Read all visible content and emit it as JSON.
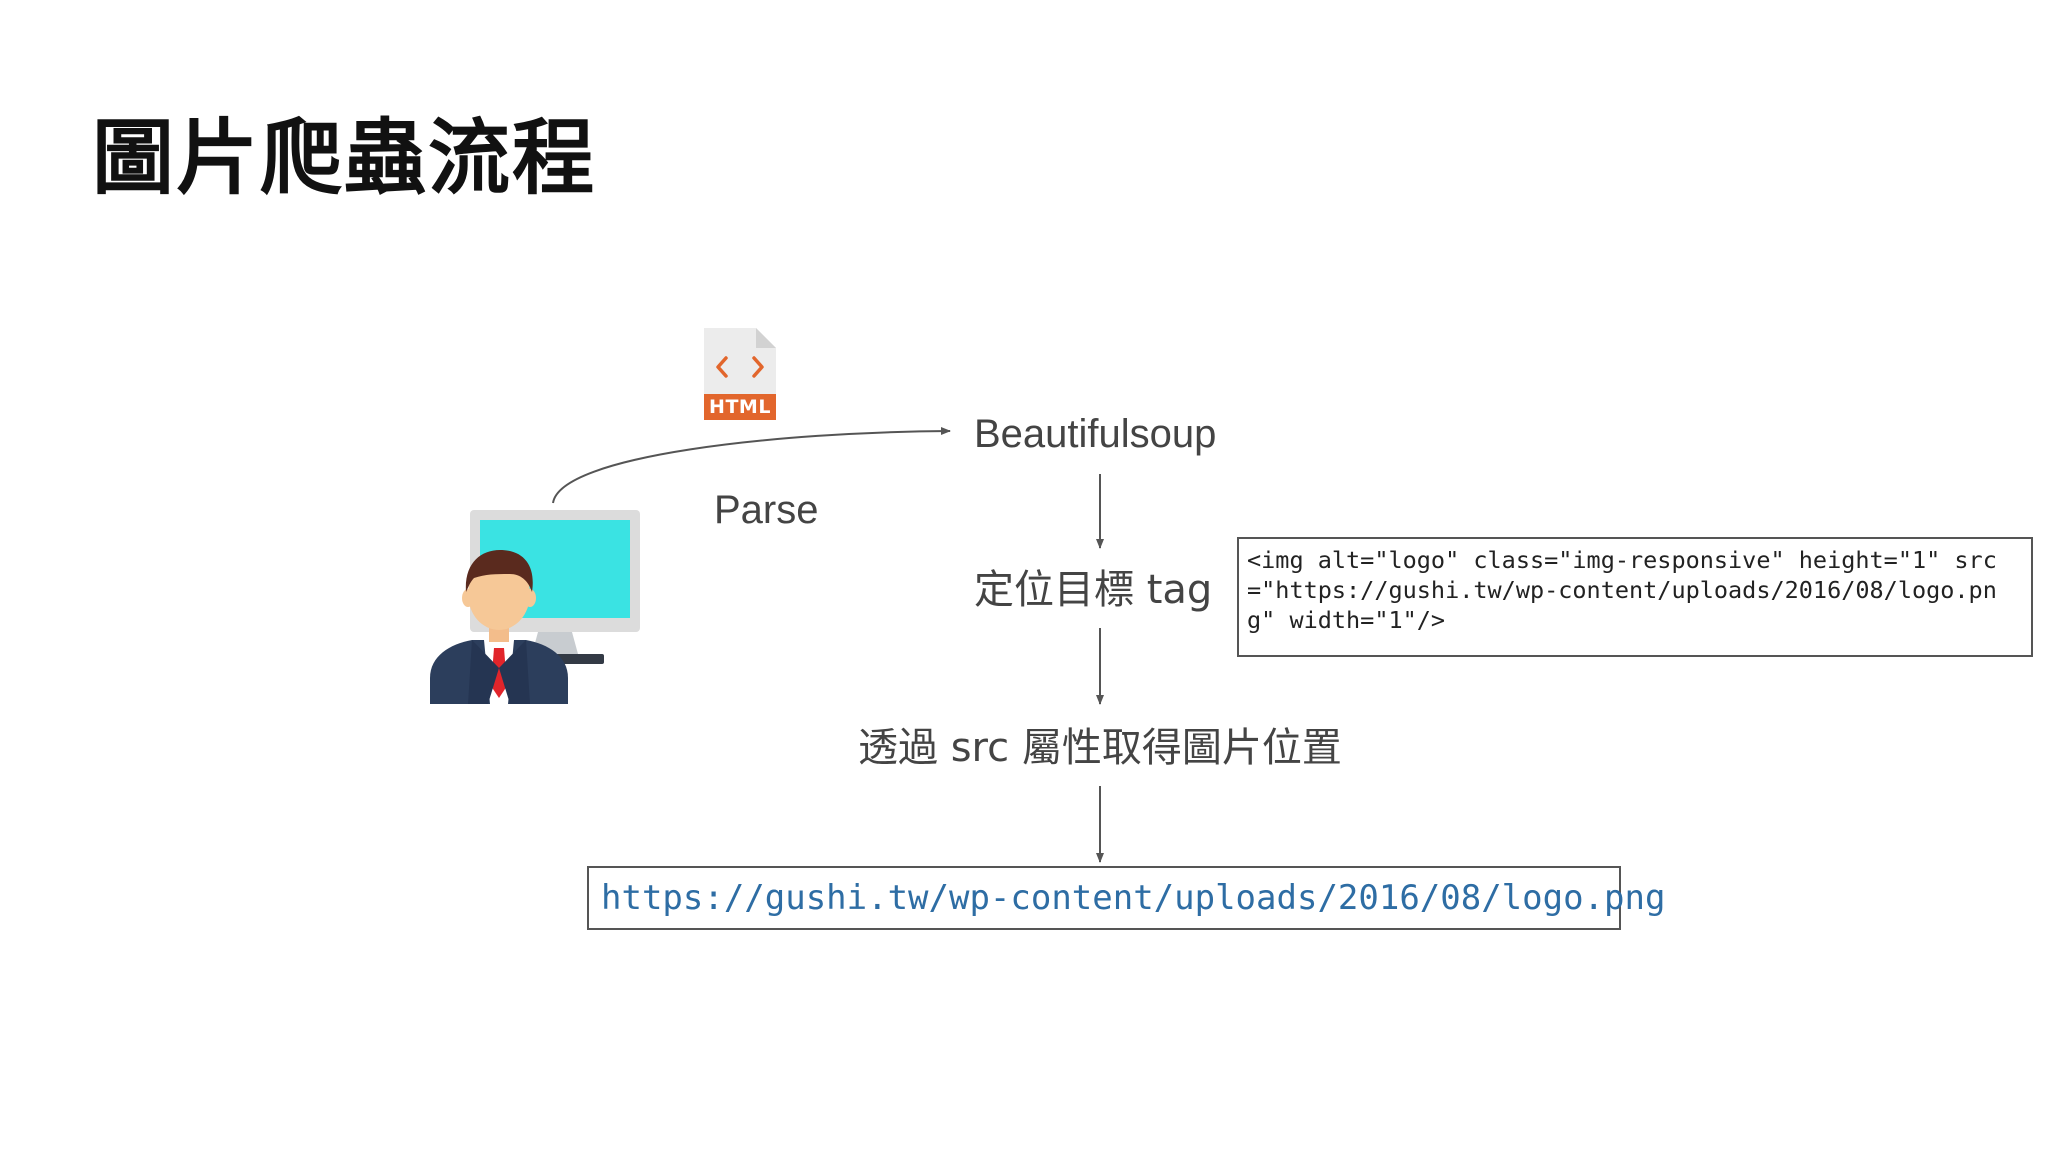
{
  "slide": {
    "title": "圖片爬蟲流程"
  },
  "flow": {
    "html_badge": "HTML",
    "parser_label": "Beautifulsoup",
    "parse_label": "Parse",
    "step_locate": "定位目標 tag",
    "step_src": "透過 src 屬性取得圖片位置",
    "code_snippet": "<img alt=\"logo\" class=\"img-responsive\" height=\"1\" src=\"https://gushi.tw/wp-content/uploads/2016/08/logo.png\" width=\"1\"/>",
    "result_url": "https://gushi.tw/wp-content/uploads/2016/08/logo.png"
  },
  "icons": {
    "html_file": "html-file-icon",
    "user_computer": "user-at-computer-icon"
  },
  "colors": {
    "title": "#111111",
    "label": "#444444",
    "url": "#2e6da4",
    "html_badge": "#e2662c",
    "monitor_screen": "#3ae3e3",
    "border": "#555555"
  }
}
